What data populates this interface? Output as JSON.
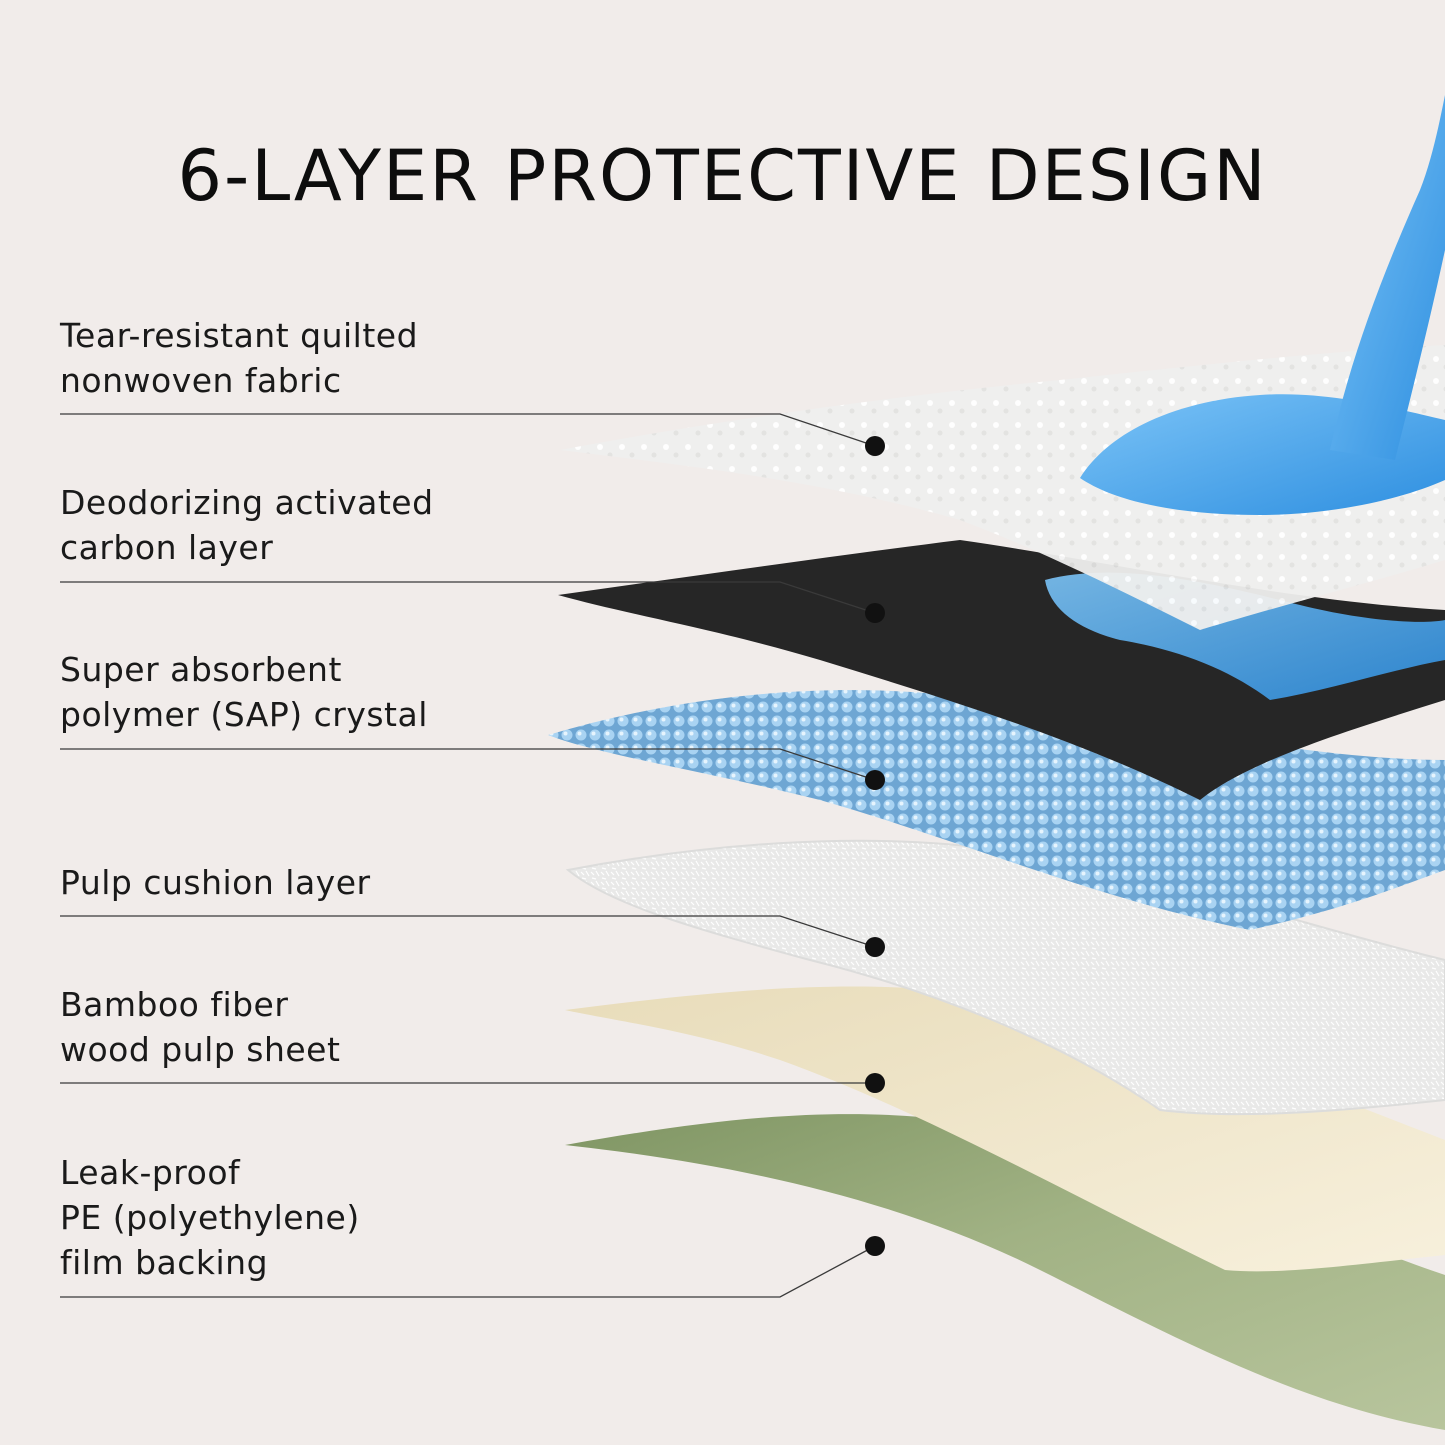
{
  "title": "6-LAYER PROTECTIVE DESIGN",
  "layers": [
    {
      "lines": [
        "Tear-resistant quilted",
        "nonwoven fabric"
      ],
      "color": "#ececeb"
    },
    {
      "lines": [
        "Deodorizing activated",
        "carbon layer"
      ],
      "color": "#262626"
    },
    {
      "lines": [
        "Super absorbent",
        "polymer (SAP) crystal"
      ],
      "color": "#7fb4dc"
    },
    {
      "lines": [
        "Pulp cushion layer"
      ],
      "color": "#ebebea"
    },
    {
      "lines": [
        "Bamboo fiber",
        "wood pulp sheet"
      ],
      "color": "#f3ead2"
    },
    {
      "lines": [
        "Leak-proof",
        "PE (polyethylene)",
        "film backing"
      ],
      "color": "#a1b284"
    }
  ],
  "accent_colors": {
    "water": "#4aa3e6",
    "background": "#f1ecea"
  }
}
